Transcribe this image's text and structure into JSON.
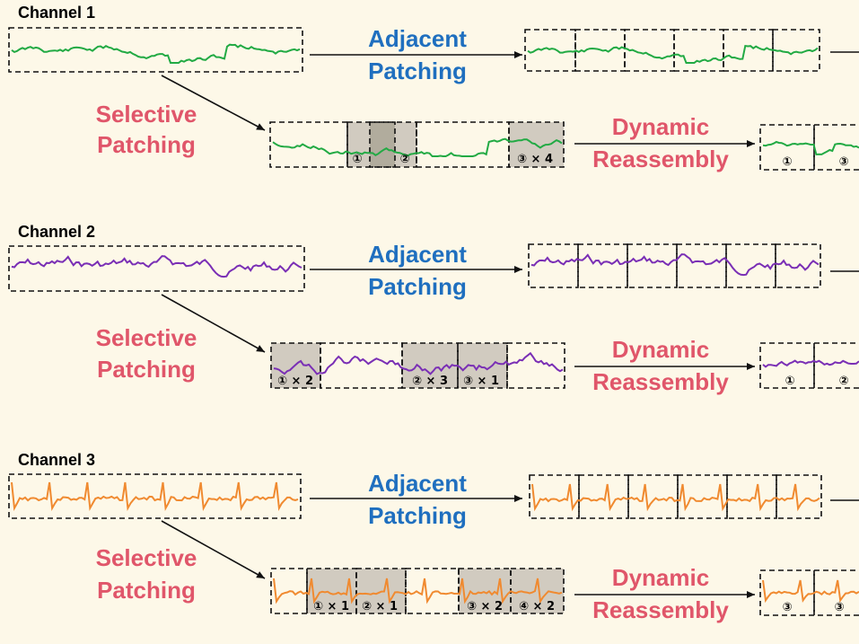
{
  "colors": {
    "background": "#fdf8e8",
    "adjacent_label": "#1f6fbf",
    "selective_label": "#e0566a",
    "channel_1_line": "#22aa44",
    "channel_2_line": "#7a2fb5",
    "channel_3_line": "#f08a30",
    "highlight_patch": "#c9c3b8"
  },
  "channels": [
    {
      "title": "Channel 1",
      "adjacent_label_line1": "Adjacent",
      "adjacent_label_line2": "Patching",
      "selective_label_line1": "Selective",
      "selective_label_line2": "Patching",
      "dynamic_label_line1": "Dynamic",
      "dynamic_label_line2": "Reassembly",
      "selected_badges": [
        "①",
        "②",
        "③ × 4"
      ],
      "reassembled_badges": [
        "①",
        "③"
      ]
    },
    {
      "title": "Channel 2",
      "adjacent_label_line1": "Adjacent",
      "adjacent_label_line2": "Patching",
      "selective_label_line1": "Selective",
      "selective_label_line2": "Patching",
      "dynamic_label_line1": "Dynamic",
      "dynamic_label_line2": "Reassembly",
      "selected_badges": [
        "① × 2",
        "② × 3",
        "③ × 1"
      ],
      "reassembled_badges": [
        "①",
        "②"
      ]
    },
    {
      "title": "Channel 3",
      "adjacent_label_line1": "Adjacent",
      "adjacent_label_line2": "Patching",
      "selective_label_line1": "Selective",
      "selective_label_line2": "Patching",
      "dynamic_label_line1": "Dynamic",
      "dynamic_label_line2": "Reassembly",
      "selected_badges": [
        "① × 1",
        "② × 1",
        "③ × 2",
        "④ × 2"
      ],
      "reassembled_badges": [
        "③",
        "③"
      ]
    }
  ]
}
